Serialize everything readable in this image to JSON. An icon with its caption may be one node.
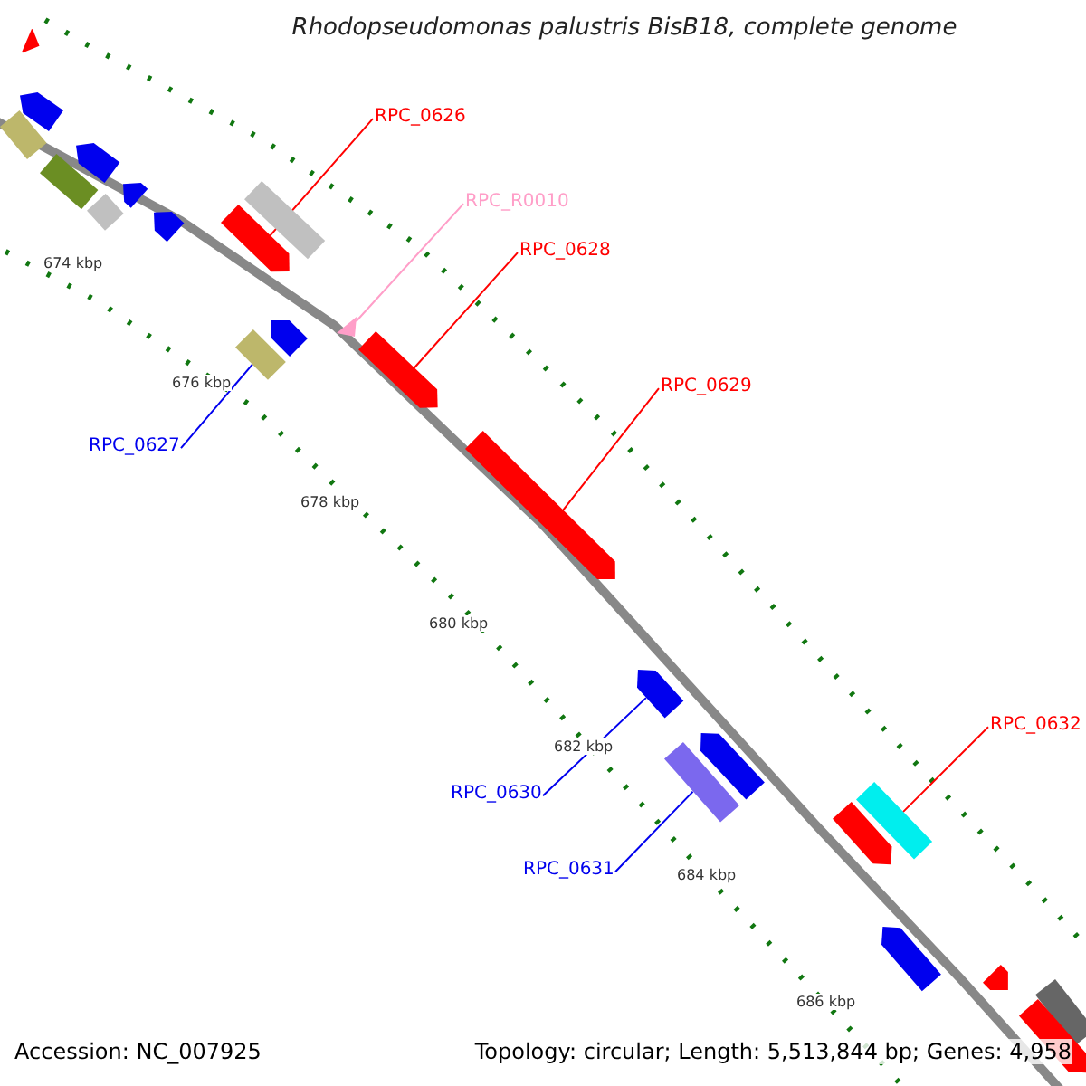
{
  "diagram": {
    "title": "Rhodopseudomonas palustris BisB18, complete genome",
    "nodes": [
      {
        "text": [],
        "shape": "arrow"
      },
      {
        "text": [],
        "shape": "arrow"
      },
      {
        "text": [],
        "shape": "bar"
      },
      {
        "text": [
          "RPC_0626"
        ]
      },
      {
        "text": [],
        "shape": "arrow"
      },
      {
        "text": [],
        "shape": "bar"
      },
      {
        "text": [],
        "shape": "arrow"
      },
      {
        "text": [],
        "shape": "bar"
      },
      {
        "text": [],
        "shape": "bar"
      },
      {
        "text": [
          "RPC_R0010"
        ]
      },
      {
        "text": [],
        "shape": "arrow"
      },
      {
        "text": [],
        "shape": "arrow"
      },
      {
        "text": [
          "RPC_0628"
        ]
      },
      {
        "text": [],
        "shape": "arrow"
      },
      {
        "text": [],
        "shape": "triangle"
      },
      {
        "text": [],
        "shape": "bar"
      },
      {
        "text": [],
        "shape": "arrow"
      },
      {
        "text": [
          "RPC_0629"
        ]
      },
      {
        "text": [
          "RPC_0627"
        ]
      },
      {
        "text": [],
        "shape": "arrow"
      },
      {
        "text": [],
        "shape": "arrow"
      },
      {
        "text": [
          "RPC_0632"
        ]
      },
      {
        "text": [],
        "shape": "arrow"
      },
      {
        "text": [],
        "shape": "bar"
      },
      {
        "text": [
          "RPC_0630"
        ]
      },
      {
        "text": [],
        "shape": "bar"
      },
      {
        "text": [],
        "shape": "arrow"
      },
      {
        "text": [
          "RPC_0631"
        ]
      },
      {
        "text": [],
        "shape": "arrow"
      },
      {
        "text": [],
        "shape": "arrow"
      },
      {
        "text": [],
        "shape": "bar"
      },
      {
        "text": [],
        "shape": "arrow"
      }
    ],
    "edges": [
      {
        "from": 3,
        "to": 11,
        "arrow": "none"
      },
      {
        "from": 9,
        "to": 14,
        "arrow": "none",
        "color": "#ff9ec8"
      },
      {
        "from": 12,
        "to": 16,
        "arrow": "none"
      },
      {
        "from": 17,
        "to": 19,
        "arrow": "none"
      },
      {
        "from": 18,
        "to": 15,
        "arrow": "none",
        "color": "#0000ee"
      },
      {
        "from": 24,
        "to": 20,
        "arrow": "none",
        "color": "#0000ee"
      },
      {
        "from": 27,
        "to": 23,
        "arrow": "none",
        "color": "#0000ee"
      },
      {
        "from": 21,
        "to": 25,
        "arrow": "none"
      }
    ],
    "labels": [
      "674 kbp",
      "676 kbp",
      "678 kbp",
      "680 kbp",
      "682 kbp",
      "684 kbp",
      "686 kbp",
      "Accession: NC_007925",
      "Topology: circular; Length: 5,513,844 bp; Genes: 4,958"
    ]
  }
}
